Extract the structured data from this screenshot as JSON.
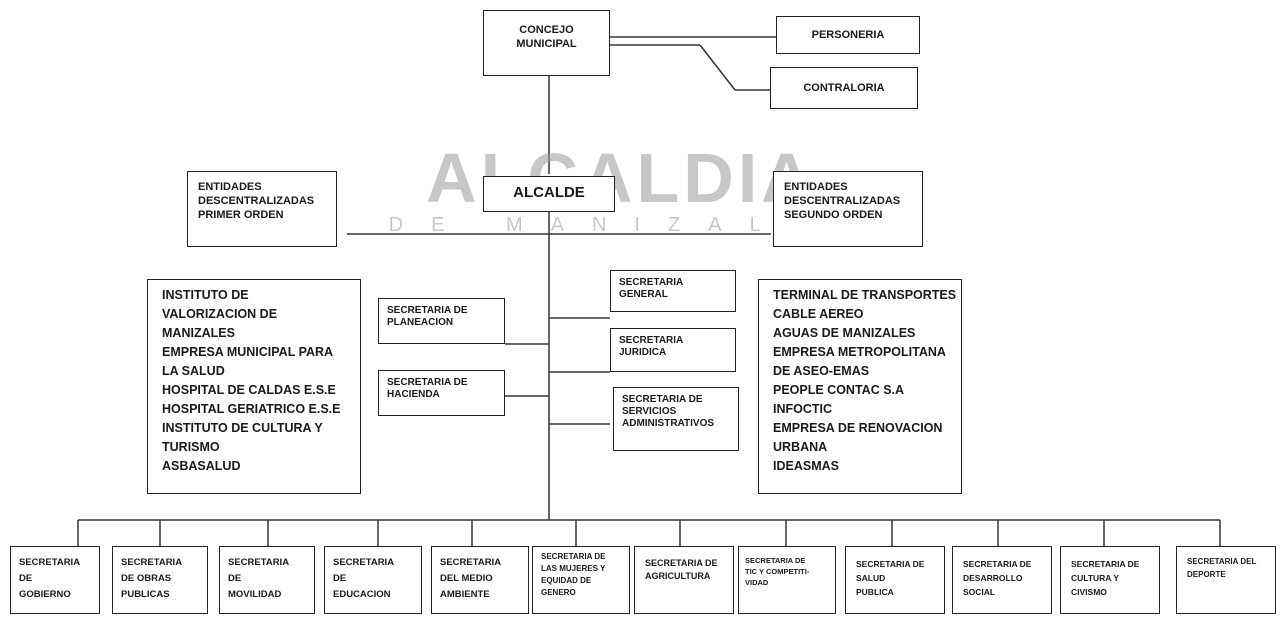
{
  "watermark": {
    "main": "ALCALDIA",
    "sub": "DE MANIZALES"
  },
  "top": {
    "concejo": [
      "CONCEJO",
      "MUNICIPAL"
    ],
    "personeria": "PERSONERIA",
    "contraloria": "CONTRALORIA"
  },
  "alcalde": "ALCALDE",
  "entidades_primer": [
    "ENTIDADES",
    "DESCENTRALIZADAS",
    "PRIMER ORDEN"
  ],
  "entidades_segundo": [
    "ENTIDADES",
    "DESCENTRALIZADAS",
    "SEGUNDO ORDEN"
  ],
  "list_primer": [
    "INSTITUTO DE",
    "VALORIZACION DE",
    "MANIZALES",
    "EMPRESA MUNICIPAL PARA",
    "LA SALUD",
    "HOSPITAL DE CALDAS E.S.E",
    "HOSPITAL GERIATRICO E.S.E",
    "INSTITUTO DE CULTURA Y",
    "TURISMO",
    "ASBASALUD"
  ],
  "list_segundo": [
    "TERMINAL DE TRANSPORTES",
    "CABLE AEREO",
    "AGUAS DE MANIZALES",
    "EMPRESA METROPOLITANA",
    "DE ASEO-EMAS",
    "PEOPLE CONTAC S.A",
    "INFOCTIC",
    "EMPRESA DE RENOVACION",
    "URBANA",
    "IDEASMAS"
  ],
  "middle_left": {
    "planeacion": [
      "SECRETARIA DE",
      "PLANEACION"
    ],
    "hacienda": [
      "SECRETARIA DE",
      "HACIENDA"
    ]
  },
  "middle_right": {
    "general": [
      "SECRETARIA",
      "GENERAL"
    ],
    "juridica": [
      "SECRETARIA",
      "JURIDICA"
    ],
    "servicios": [
      "SECRETARIA DE",
      "SERVICIOS",
      "ADMINISTRATIVOS"
    ]
  },
  "bottom": [
    [
      "SECRETARIA",
      "DE",
      "GOBIERNO"
    ],
    [
      "SECRETARIA",
      "DE OBRAS",
      "PUBLICAS"
    ],
    [
      "SECRETARIA",
      "DE",
      "MOVILIDAD"
    ],
    [
      "SECRETARIA",
      "DE",
      "EDUCACION"
    ],
    [
      "SECRETARIA",
      "DEL MEDIO",
      "AMBIENTE"
    ],
    [
      "SECRETARIA DE",
      "LAS MUJERES Y",
      "EQUIDAD DE",
      "GENERO"
    ],
    [
      "SECRETARIA DE",
      "AGRICULTURA"
    ],
    [
      "SECRETARIA DE",
      "TIC Y COMPETITI-",
      "VIDAD"
    ],
    [
      "SECRETARIA DE",
      "SALUD",
      "PUBLICA"
    ],
    [
      "SECRETARIA DE",
      "DESARROLLO",
      "SOCIAL"
    ],
    [
      "SECRETARIA DE",
      "CULTURA Y",
      "CIVISMO"
    ],
    [
      "SECRETARIA DEL",
      "DEPORTE"
    ]
  ]
}
